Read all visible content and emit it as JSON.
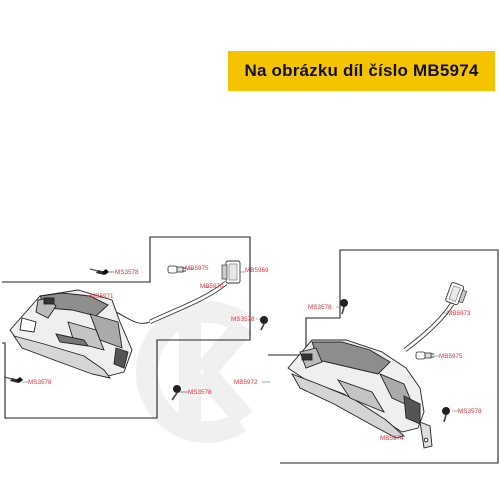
{
  "banner": {
    "text": "Na obrázku díl číslo MB5974",
    "bg_color": "#f5c400"
  },
  "diagram": {
    "watermark_glyph": "KC",
    "label_color": "#e0303a",
    "left_assembly": {
      "labels": {
        "screw_top": "MS3578",
        "bulb": "MB5975",
        "connector": "MB5969",
        "cable": "MB5970",
        "housing_top": "MB5971",
        "screw_bottom": "MS3578",
        "screw_mount": "MS3578"
      }
    },
    "right_assembly": {
      "labels": {
        "screw_top": "MS3578",
        "screw_left": "MS3578",
        "cable": "MB5973",
        "bulb": "MB5975",
        "housing": "MB5972",
        "screw_right": "MS3578",
        "lens": "MB5974"
      }
    }
  }
}
